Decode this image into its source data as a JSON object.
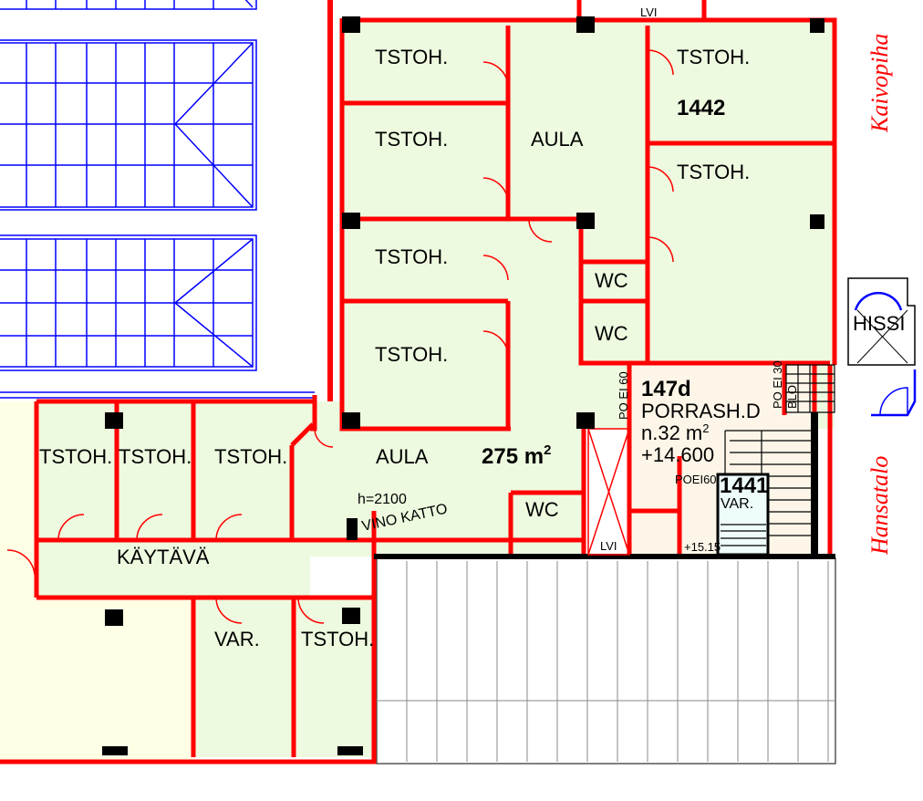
{
  "rooms": {
    "tstoh_label": "TSTOH.",
    "aula_label": "AULA",
    "wc_label": "WC",
    "var_label": "VAR.",
    "lvi_label": "LVI",
    "kaytava_label": "KÄYTÄVÄ",
    "room_1442": "1442",
    "room_1441": "1441",
    "area_aula": "275 m",
    "area_aula_sup": "2",
    "hissi_label": "HISSI",
    "h_label": "h=2100",
    "vino_katto": "VINO KATTO"
  },
  "stair": {
    "id": "147d",
    "name": "PORRASH.D",
    "area": "n.32 m",
    "area_sup": "2",
    "level": "+14.600",
    "level_upper": "+15.15",
    "door_poei60_left": "PO EI 60",
    "door_poei30": "PO EI 30",
    "door_blo": "BLO",
    "door_poei60_small": "POEI60"
  },
  "streets": {
    "kaivopiha": "Kaivopiha",
    "hansatalo": "Hansatalo"
  },
  "colors": {
    "wall": "#ff0000",
    "room_fill": "#eefadf",
    "stair_fill": "#fdf6e8",
    "outside_fill": "#ffffe6",
    "skylight": "#0000ff"
  }
}
